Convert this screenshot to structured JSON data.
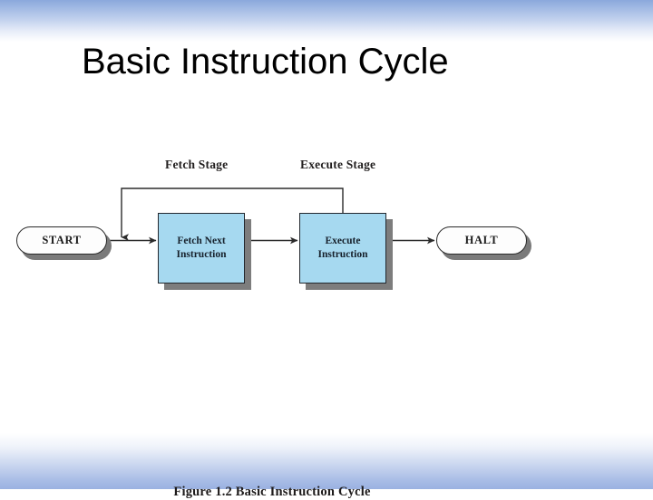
{
  "slide": {
    "title": "Basic Instruction Cycle",
    "background_top_color": "#8ba8dc",
    "background_mid_color": "#ffffff",
    "background_bottom_color": "#9ab1e1"
  },
  "figure": {
    "caption": "Figure 1.2  Basic Instruction Cycle",
    "stage_labels": [
      {
        "id": "fetch-stage",
        "text": "Fetch Stage"
      },
      {
        "id": "execute-stage",
        "text": "Execute Stage"
      }
    ],
    "nodes": [
      {
        "id": "start",
        "type": "terminator",
        "label": "START",
        "fill": "#fdfdfd"
      },
      {
        "id": "fetch-next-instruction",
        "type": "process",
        "label_line1": "Fetch Next",
        "label_line2": "Instruction",
        "fill": "#a6d9f0"
      },
      {
        "id": "execute-instruction",
        "type": "process",
        "label_line1": "Execute",
        "label_line2": "Instruction",
        "fill": "#a6d9f0"
      },
      {
        "id": "halt",
        "type": "terminator",
        "label": "HALT",
        "fill": "#fdfdfd"
      }
    ],
    "edges": [
      {
        "id": "start-to-fetch",
        "from": "start",
        "to": "fetch-next-instruction",
        "arrow": true
      },
      {
        "id": "fetch-to-execute",
        "from": "fetch-next-instruction",
        "to": "execute-instruction",
        "arrow": true
      },
      {
        "id": "execute-to-halt",
        "from": "execute-instruction",
        "to": "halt",
        "arrow": true
      },
      {
        "id": "execute-feedback-to-fetch",
        "from": "execute-instruction",
        "to": "start-to-fetch",
        "arrow": true
      }
    ],
    "line_color": "#2b2b2b",
    "shadow_color": "#7d7d7d"
  }
}
